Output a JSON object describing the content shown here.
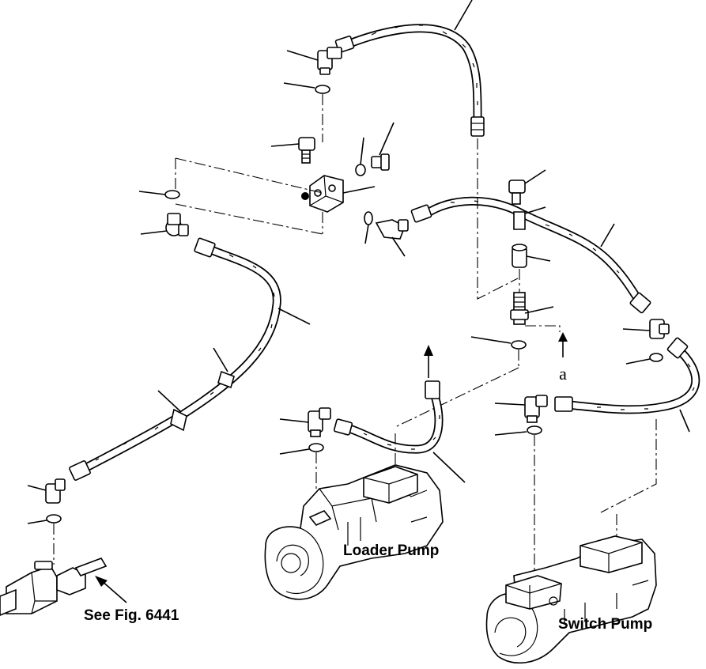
{
  "labels": {
    "loader_pump": "Loader Pump",
    "switch_pump": "Switch Pump",
    "see_fig": "See Fig. 6441",
    "symbol_a": "a"
  },
  "colors": {
    "line": "#000000",
    "background": "#ffffff"
  }
}
